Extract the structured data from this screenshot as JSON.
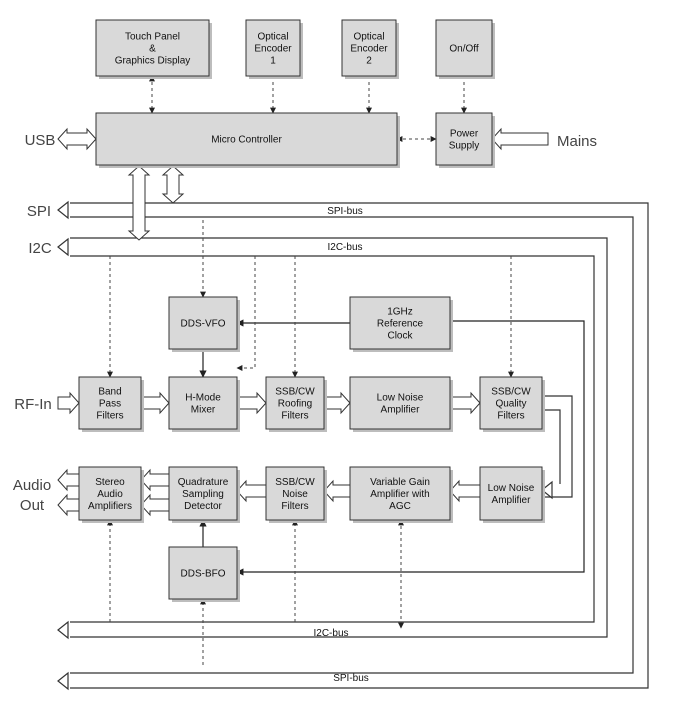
{
  "blocks": {
    "touch_panel": [
      "Touch Panel",
      "&",
      "Graphics Display"
    ],
    "optical_encoder_1": [
      "Optical",
      "Encoder",
      "1"
    ],
    "optical_encoder_2": [
      "Optical",
      "Encoder",
      "2"
    ],
    "on_off": [
      "On/Off"
    ],
    "micro_controller": [
      "Micro Controller"
    ],
    "power_supply": [
      "Power",
      "Supply"
    ],
    "dds_vfo": [
      "DDS-VFO"
    ],
    "reference_clock": [
      "1GHz",
      "Reference",
      "Clock"
    ],
    "band_pass_filters": [
      "Band",
      "Pass",
      "Filters"
    ],
    "h_mode_mixer": [
      "H-Mode",
      "Mixer"
    ],
    "roofing_filters": [
      "SSB/CW",
      "Roofing",
      "Filters"
    ],
    "low_noise_amplifier_1": [
      "Low Noise",
      "Amplifier"
    ],
    "quality_filters": [
      "SSB/CW",
      "Quality",
      "Filters"
    ],
    "stereo_audio_amplifiers": [
      "Stereo",
      "Audio",
      "Amplifiers"
    ],
    "quadrature_sampling_detector": [
      "Quadrature",
      "Sampling",
      "Detector"
    ],
    "noise_filters": [
      "SSB/CW",
      "Noise",
      "Filters"
    ],
    "variable_gain_amplifier": [
      "Variable Gain",
      "Amplifier with",
      "AGC"
    ],
    "low_noise_amplifier_2": [
      "Low Noise",
      "Amplifier"
    ],
    "dds_bfo": [
      "DDS-BFO"
    ]
  },
  "external": {
    "usb": "USB",
    "mains": "Mains",
    "spi": "SPI",
    "i2c": "I2C",
    "rf_in": "RF-In",
    "audio_out": [
      "Audio",
      "Out"
    ]
  },
  "buses": {
    "spi_bus_top": "SPI-bus",
    "i2c_bus_top": "I2C-bus",
    "i2c_bus_bottom": "I2C-bus",
    "spi_bus_bottom": "SPI-bus"
  },
  "colors": {
    "block_fill": "#d9d9d9",
    "block_stroke": "#333333",
    "label_text": "#111111",
    "external_text": "#444444"
  }
}
